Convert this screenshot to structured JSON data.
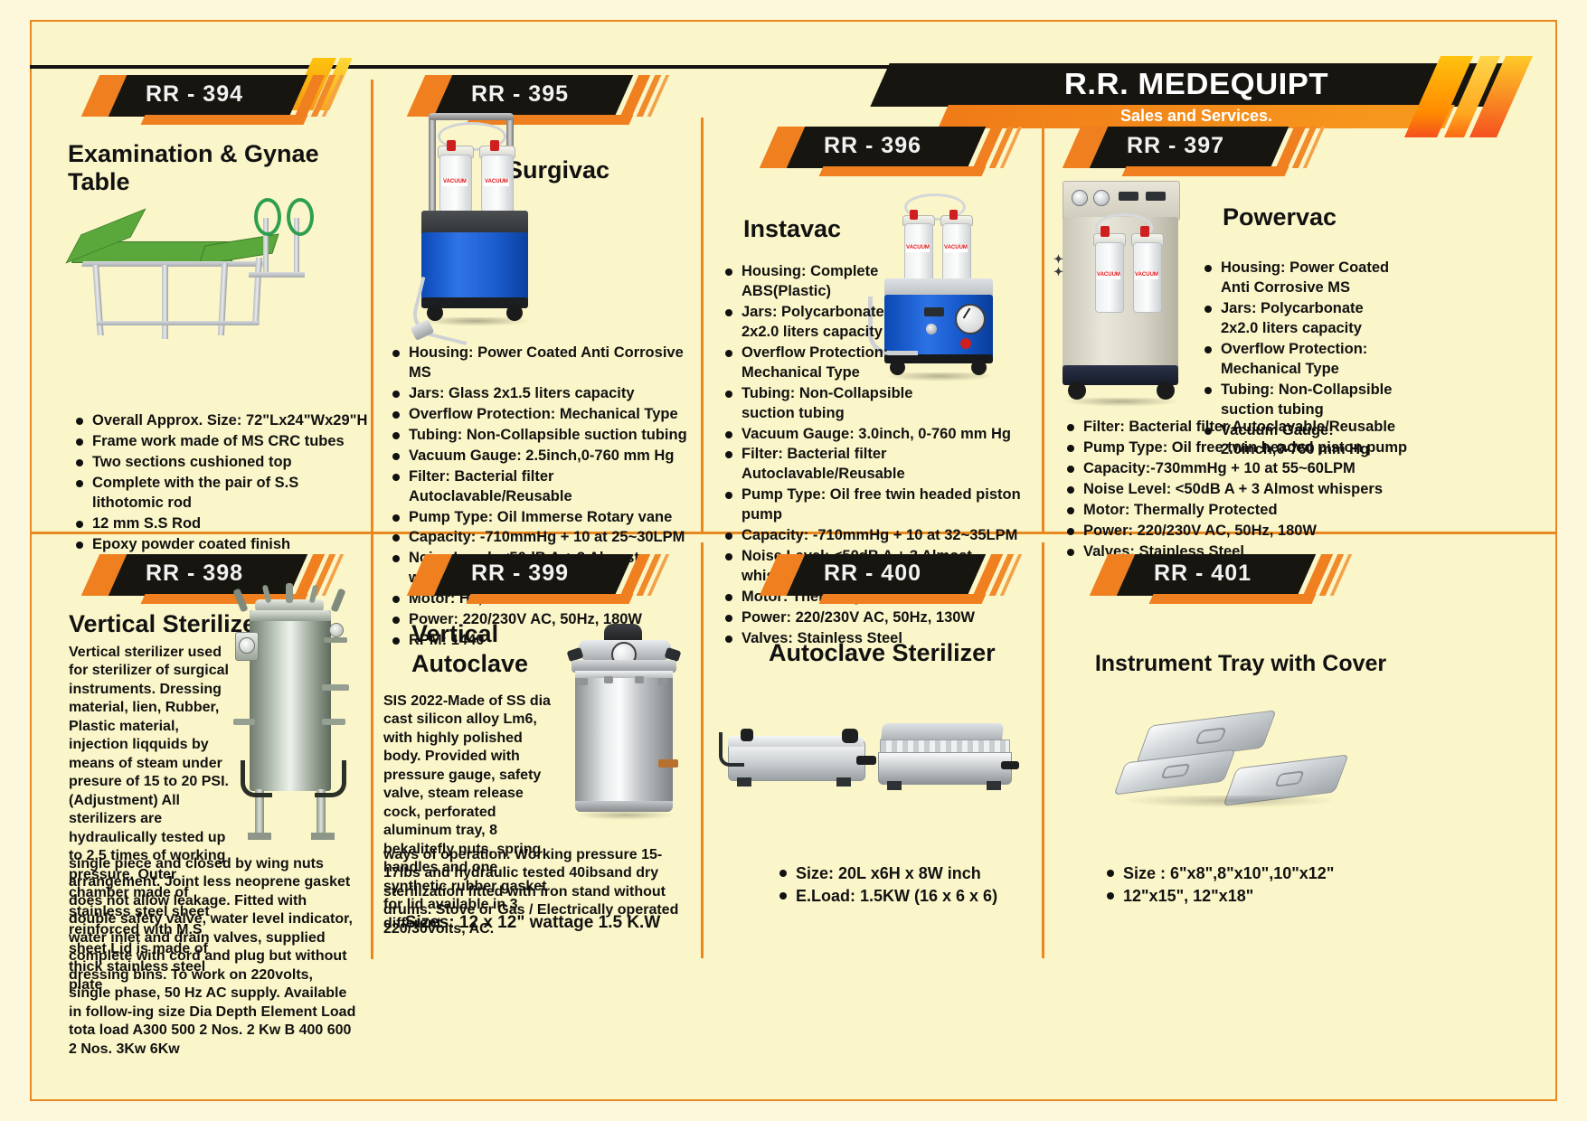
{
  "brand": {
    "name": "R.R. MEDEQUIPT",
    "tagline": "Sales and Services."
  },
  "products": [
    {
      "code": "RR - 394",
      "title": "Examination & Gynae Table",
      "image_name": "examination-gynae-table-photo",
      "specs": [
        "Overall Approx. Size: 72\"Lx24\"Wx29\"H",
        "Frame work made of MS CRC tubes",
        "Two sections cushioned top",
        "Complete with the pair of S.S lithotomic rod",
        "12 mm S.S Rod",
        "Epoxy powder coated finish"
      ]
    },
    {
      "code": "RR - 395",
      "title": "Surgivac",
      "image_name": "surgivac-suction-unit-photo",
      "specs": [
        "Housing: Power Coated Anti Corrosive MS",
        "Jars: Glass 2x1.5 liters capacity",
        "Overflow Protection: Mechanical Type",
        "Tubing: Non-Collapsible suction tubing",
        "Vacuum Gauge: 2.5inch,0-760 mm Hg",
        "Filter: Bacterial filter Autoclavable/Reusable",
        "Pump Type: Oil Immerse Rotary vane",
        "Capacity: -710mmHg + 10 at 25~30LPM",
        "Noise Level: <50dB A + 3 Almost whispers",
        "Motor: HP, FHP",
        "Power: 220/230V AC, 50Hz, 180W",
        "RPM: 1440"
      ]
    },
    {
      "code": "RR - 396",
      "title": "Instavac",
      "image_name": "instavac-suction-unit-photo",
      "specs": [
        "Housing: Complete\nABS(Plastic)",
        "Jars: Polycarbonate\n2x2.0 liters capacity",
        "Overflow Protection:\nMechanical Type",
        "Tubing: Non-Collapsible\nsuction tubing",
        "Vacuum Gauge: 3.0inch, 0-760 mm Hg",
        "Filter: Bacterial filter Autoclavable/Reusable",
        "Pump Type: Oil free twin headed piston pump",
        "Capacity: -710mmHg + 10 at 32~35LPM",
        "Noise Level: <50dB A + 3 Almost whispers",
        "Motor: Thermally Protected",
        "Power: 220/230V AC, 50Hz, 130W",
        "Valves: Stainless Steel"
      ]
    },
    {
      "code": "RR - 397",
      "title": "Powervac",
      "image_name": "powervac-suction-unit-photo",
      "specs": [
        "Housing: Power Coated\nAnti Corrosive MS",
        "Jars: Polycarbonate\n2x2.0 liters capacity",
        "Overflow Protection:\nMechanical Type",
        "Tubing: Non-Collapsible\nsuction tubing",
        "Vacuum Gauge:\n2.0inch,0-760 mm Hg",
        "Filter: Bacterial filter Autoclavable/Reusable",
        "Pump Type: Oil free twin headed piston pump",
        "Capacity:-730mmHg + 10 at 55~60LPM",
        "Noise Level: <50dB A + 3 Almost whispers",
        "Motor: Thermally Protected",
        "Power: 220/230V AC, 50Hz, 180W",
        "Valves: Stainless Steel"
      ]
    },
    {
      "code": "RR - 398",
      "title": "Vertical Sterilizer",
      "image_name": "vertical-sterilizer-photo",
      "paragraph_narrow": "Vertical sterilizer used for sterilizer of surgical instruments. Dressing material, lien, Rubber, Plastic material, injection liqquids by means of steam under presure of 15 to 20 PSI. (Adjustment) All sterilizers are hydraulically tested up to 2.5 times of working pressure. Outer chamber made of stainless steel sheet reinforced with M.S sheet Lid is made of thick stainless steel plate",
      "paragraph_wide": "single piece and closed by wing nuts arrangement. Joint less neoprene gasket does not allow leakage. Fitted with double safety valve, water level indicator, water inlet and drain valves, supplied complete with cord and plug but without dressing bins. To work on 220volts, single phase, 50 Hz AC supply. Available in follow-ing size Dia Depth Element Load tota load A300 500 2 Nos. 2 Kw B 400 600 2 Nos. 3Kw 6Kw"
    },
    {
      "code": "RR - 399",
      "title": "Vertical\nAutoclave",
      "image_name": "vertical-autoclave-photo",
      "paragraph_narrow": "SIS 2022-Made of SS dia cast silicon alloy Lm6, with highly polished body. Provided with pressure gauge, safety valve, steam release cock, perforated aluminum tray, 8 bekalitefly nuts, spring handles and one synthetic rubber gasket for lid available in 3 different",
      "paragraph_wide": "ways of operation. Working pressure 15-17lbs and hydraulic tested 40ibsand dry sterilization fitted with iron stand without drums. Stove or Gas / Electrically operated 220/30volts, AC.",
      "note": "Sizes: 12 x 12\" wattage 1.5 K.W"
    },
    {
      "code": "RR - 400",
      "title": "Autoclave Sterilizer",
      "image_name": "autoclave-sterilizer-photo",
      "specs": [
        "Size: 20L x6H x 8W inch",
        "E.Load: 1.5KW (16 x 6 x 6)"
      ]
    },
    {
      "code": "RR - 401",
      "title": "Instrument Tray with Cover",
      "image_name": "instrument-tray-with-cover-photo",
      "specs": [
        "Size : 6\"x8\",8\"x10\",10\"x12\"",
        "12\"x15\", 12\"x18\""
      ]
    }
  ],
  "colors": {
    "background": "#fdf8dc",
    "panel": "#fbf6c9",
    "accent_orange": "#ef7f1f",
    "badge_black": "#17150f",
    "rule": "#e8881f"
  }
}
